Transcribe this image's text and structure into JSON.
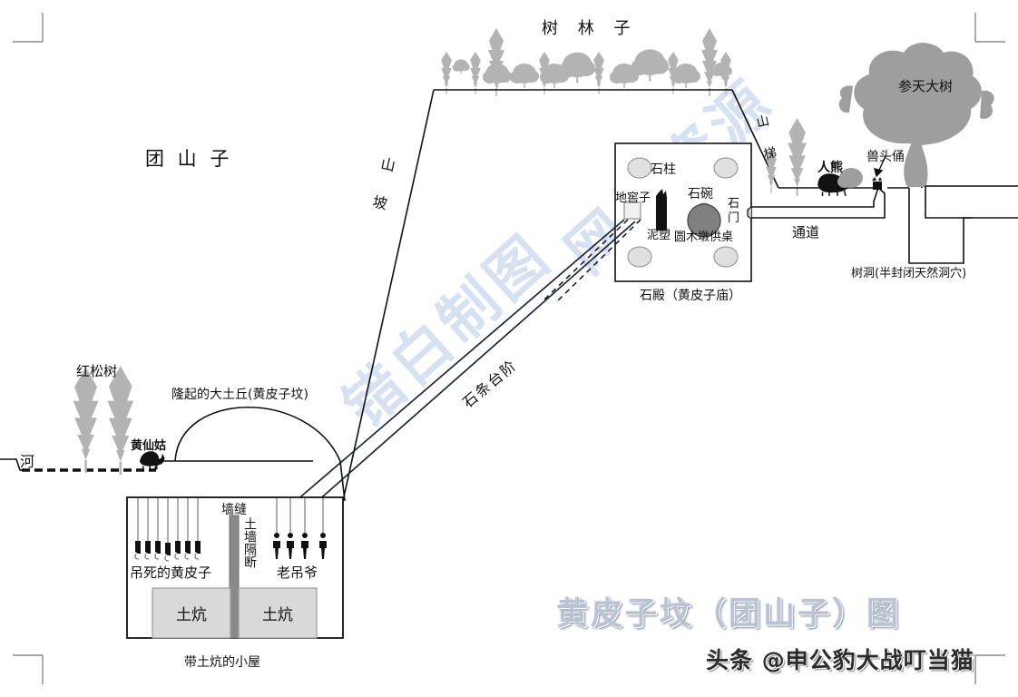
{
  "figure": {
    "main_title": "黄皮子坟（团山子）图",
    "attribution": "头条 @申公豹大战叮当猫",
    "watermark_text": "错白制图 网络资源",
    "colors": {
      "ink": "#111111",
      "tree_gray": "#b3b3b3",
      "kang_fill": "#d9d9d9",
      "bowl_fill": "#808080",
      "watermark": "#cfdcef",
      "title_gray": "#b9c3d4"
    }
  },
  "labels": {
    "forest": "树 林 子",
    "hill_area": "团    山    子",
    "mountain_slope": "山    坡",
    "mountain_stair": "山 梯",
    "stone_steps": "石条台阶",
    "big_tree": "参天大树",
    "man_bear": "人熊",
    "beast_head_figurine": "兽头俑",
    "passage": "通道",
    "tree_hole": "树洞(半封闭天然洞穴)",
    "stone_pillar": "石柱",
    "stone_bowl": "石碗",
    "cellar": "地窖子",
    "clay_sculpture": "泥塑",
    "log_altar_table": "圆木墩供桌",
    "stone_door": "石\n门",
    "stone_door_1": "石",
    "stone_door_2": "门",
    "stone_hall": "石殿（黄皮子庙）",
    "red_pine": "红松树",
    "river": "河",
    "yellow_fairy_lady": "黄仙姑",
    "big_mound": "隆起的大土丘(黄皮子坟)",
    "wall_crack": "墙缝",
    "earth_wall_partition": "土墙隔断",
    "hanged_weasels": "吊死的黄皮子",
    "old_hanging_lord": "老吊爷",
    "kang_left": "土炕",
    "kang_right": "土炕",
    "small_house_with_kang": "带土炕的小屋"
  }
}
